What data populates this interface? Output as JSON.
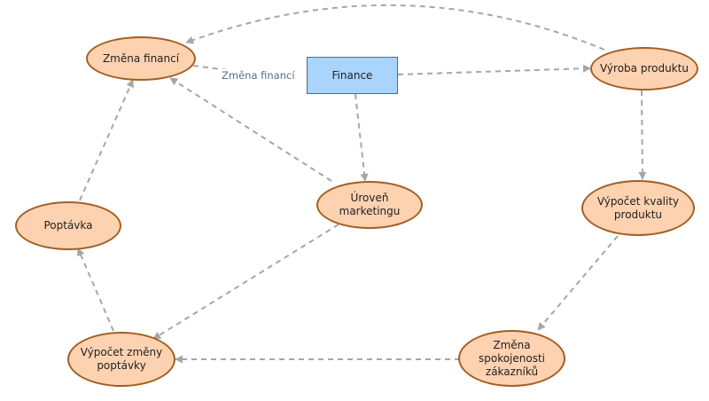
{
  "diagram": {
    "nodes": {
      "zmena_financi": "Změna financí",
      "finance": "Finance",
      "vyroba_produktu": "Výroba produktu",
      "vypocet_kvality": "Výpočet kvality\nproduktu",
      "zmena_spokojenosti": "Změna\nspokojenosti\nzákazníků",
      "vypocet_zmeny_poptavky": "Výpočet změny\npoptávky",
      "poptavka": "Poptávka",
      "uroven_marketingu": "Úroveň\nmarketingu"
    },
    "edge_labels": {
      "zmena_financi_to_finance": "Změna financí"
    }
  },
  "colors": {
    "ellipse_fill": "#fdd2b0",
    "ellipse_stroke": "#a25f24",
    "rect_fill": "#a9d4fb",
    "rect_stroke": "#4a6e8e",
    "edge": "#a6a6a6",
    "edge_label_text": "#5a6e88"
  }
}
